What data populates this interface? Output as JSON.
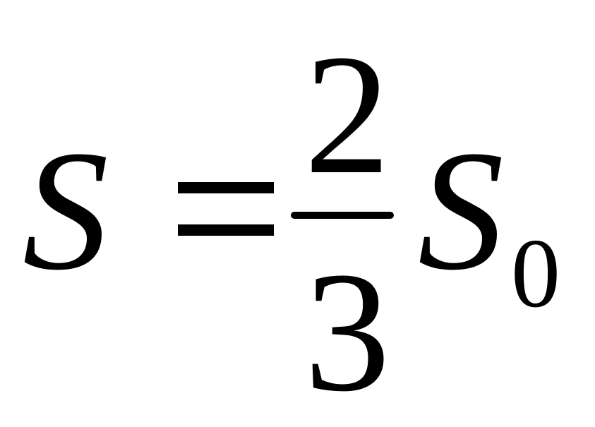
{
  "equation": {
    "lhs": "S",
    "relation": "=",
    "numerator": "2",
    "denominator": "3",
    "rhs_symbol": "S",
    "rhs_subscript": "0"
  },
  "colors": {
    "background": "#ffffff",
    "text": "#000000"
  }
}
